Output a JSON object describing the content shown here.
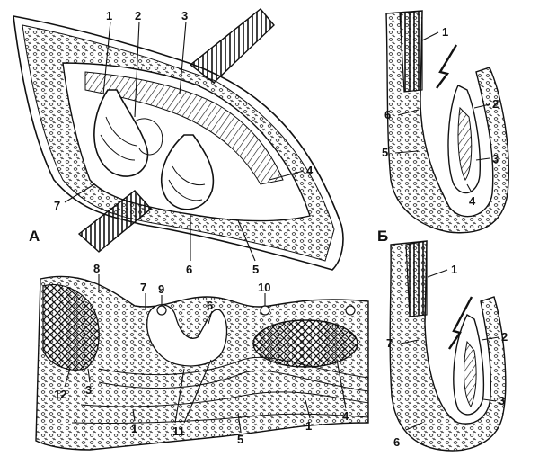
{
  "panels": {
    "A": {
      "letter": "А",
      "labels": [
        "1",
        "2",
        "3",
        "4",
        "5",
        "6",
        "7"
      ]
    },
    "B_top": {
      "letter": "Б",
      "labels": [
        "1",
        "2",
        "3",
        "4",
        "5",
        "6"
      ]
    },
    "B_bottom": {
      "labels": [
        "1",
        "2",
        "3",
        "6",
        "7"
      ]
    },
    "C": {
      "labels": [
        "8",
        "7",
        "9",
        "6",
        "10",
        "12",
        "3",
        "1",
        "11",
        "5",
        "1",
        "4"
      ]
    }
  },
  "colors": {
    "ink": "#111111",
    "paper": "#ffffff"
  }
}
